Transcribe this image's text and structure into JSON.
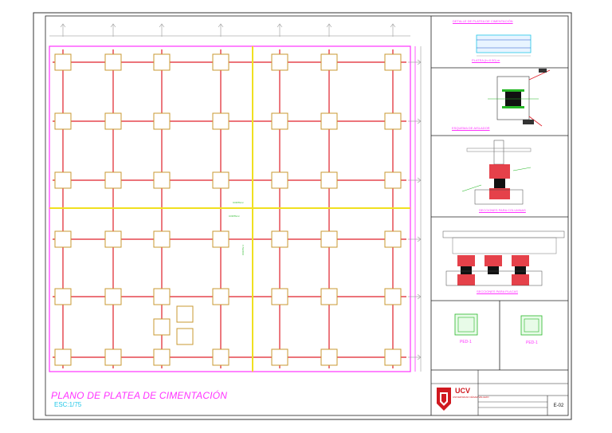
{
  "plan": {
    "title": "PLANO DE PLATEA DE CIMENTACIÓN",
    "scale": "ESC:1/75"
  },
  "details": {
    "detail_1_title": "DETALLE DE PLATEA DE CIMENTACIÓN",
    "detail_1_sub": "PLATEA (h=0.50) m",
    "detail_2_title": "ESQUEMA DE AISLADOR",
    "detail_3_title": "SECCIONES PARA COLUMNAS",
    "detail_4_title": "SECCIONES PARA PLACAS",
    "detail_5_label_a": "PED-1",
    "detail_5_label_b": "PED-1"
  },
  "titleblock": {
    "logo_text": "UCV",
    "logo_sub": "UNIVERSIDAD CÉSAR VALLEJO",
    "sheet_code": "E-02"
  },
  "colors": {
    "grid_red": "#e0202a",
    "axis_yellow": "#f0e020",
    "magenta": "#ff33ff",
    "pedestal": "#c89830",
    "green": "#28b828",
    "cyan": "#22c8e8"
  }
}
